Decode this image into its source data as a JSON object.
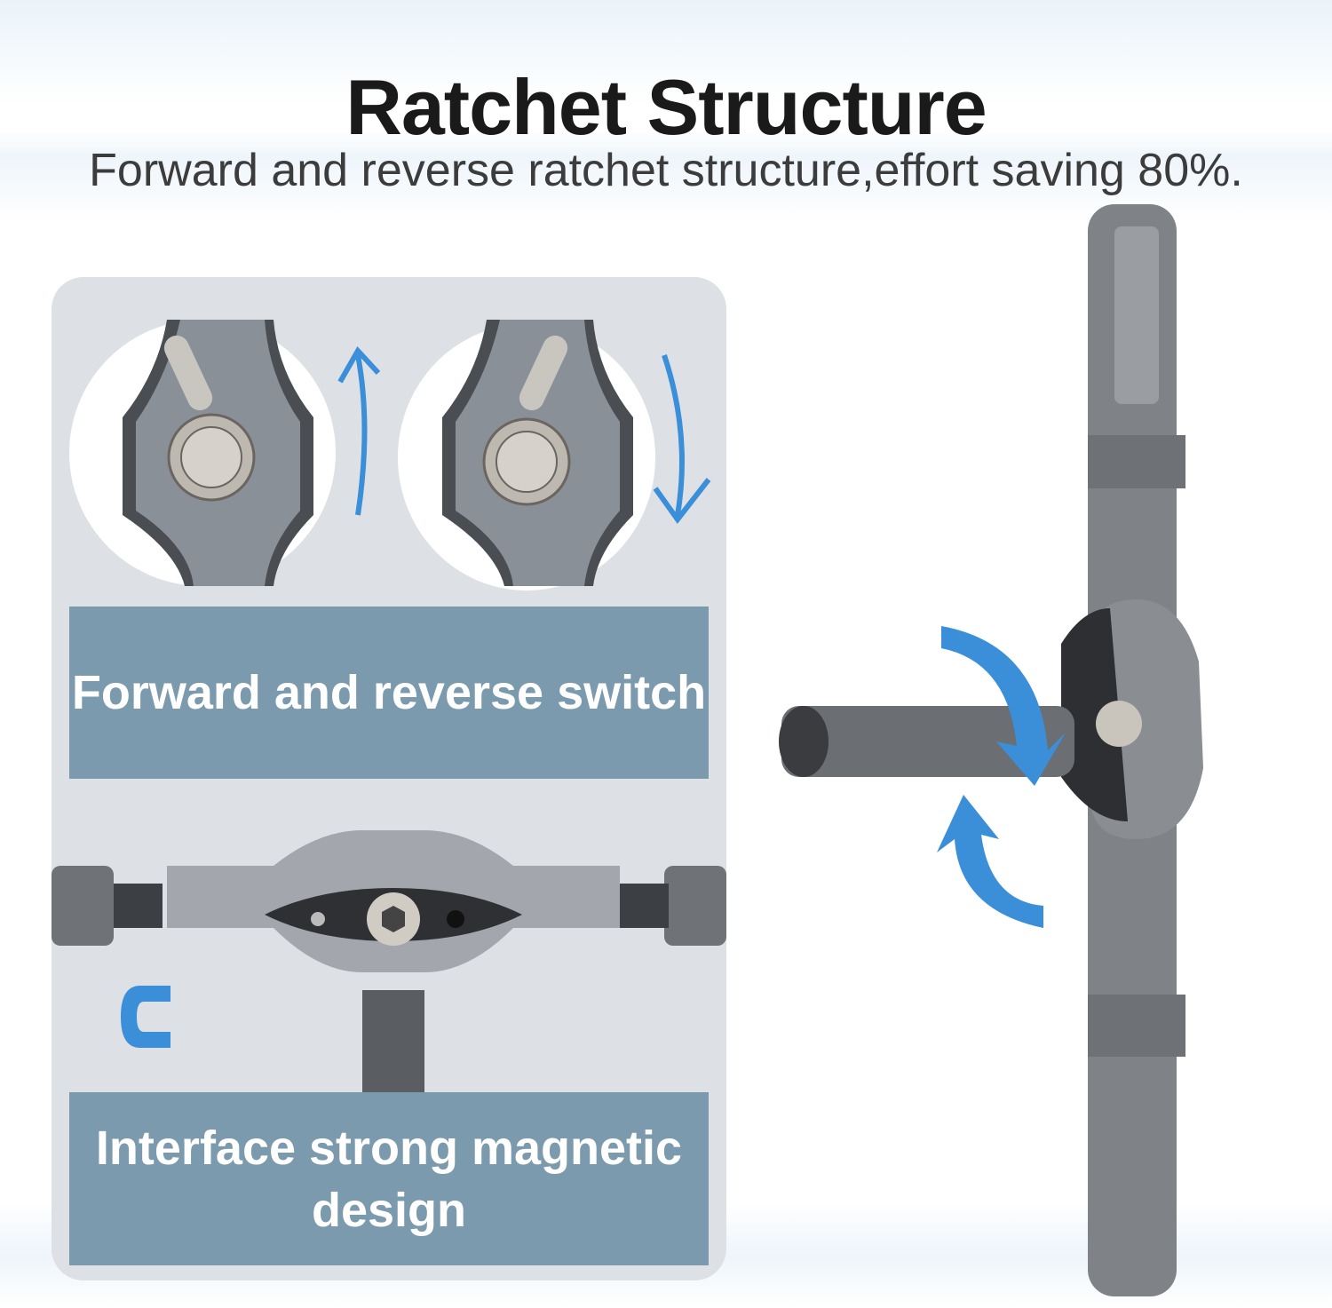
{
  "header": {
    "title": "Ratchet Structure",
    "subtitle": "Forward and reverse ratchet structure,effort saving 80%."
  },
  "features": [
    {
      "label": "Forward and reverse switch"
    },
    {
      "label": "Interface strong magnetic design"
    }
  ],
  "colors": {
    "accent_blue": "#3b8fd9",
    "band": "#7b9aad",
    "panel": "#dde1e5"
  }
}
